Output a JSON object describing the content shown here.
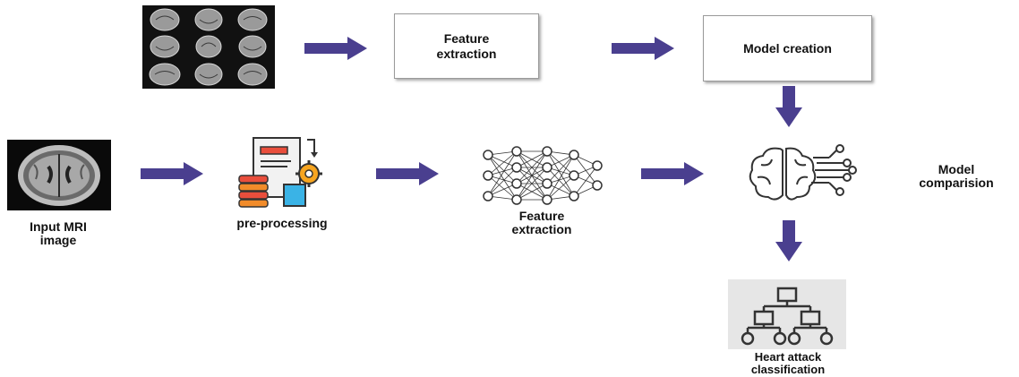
{
  "colors": {
    "arrow": "#4a3f8f",
    "box_border": "#9a9a9a",
    "text": "#111111"
  },
  "nodes": {
    "mri_grid": {
      "icon": "mri-slices-grid"
    },
    "top_feature_extraction": {
      "label": "Feature\nextraction"
    },
    "model_creation": {
      "label": "Model creation"
    },
    "input_mri": {
      "label": "Input MRI\nimage",
      "icon": "brain-mri-scan"
    },
    "preprocessing": {
      "label": "pre-processing",
      "icon": "document-gear-icon"
    },
    "feature_extraction": {
      "label": "Feature\nextraction",
      "icon": "neural-network-icon"
    },
    "model_comparison": {
      "label": "Model\ncomparision",
      "icon": "brain-circuit-icon"
    },
    "classification": {
      "label": "Heart attack\nclassification",
      "icon": "hierarchy-tree-icon"
    }
  }
}
